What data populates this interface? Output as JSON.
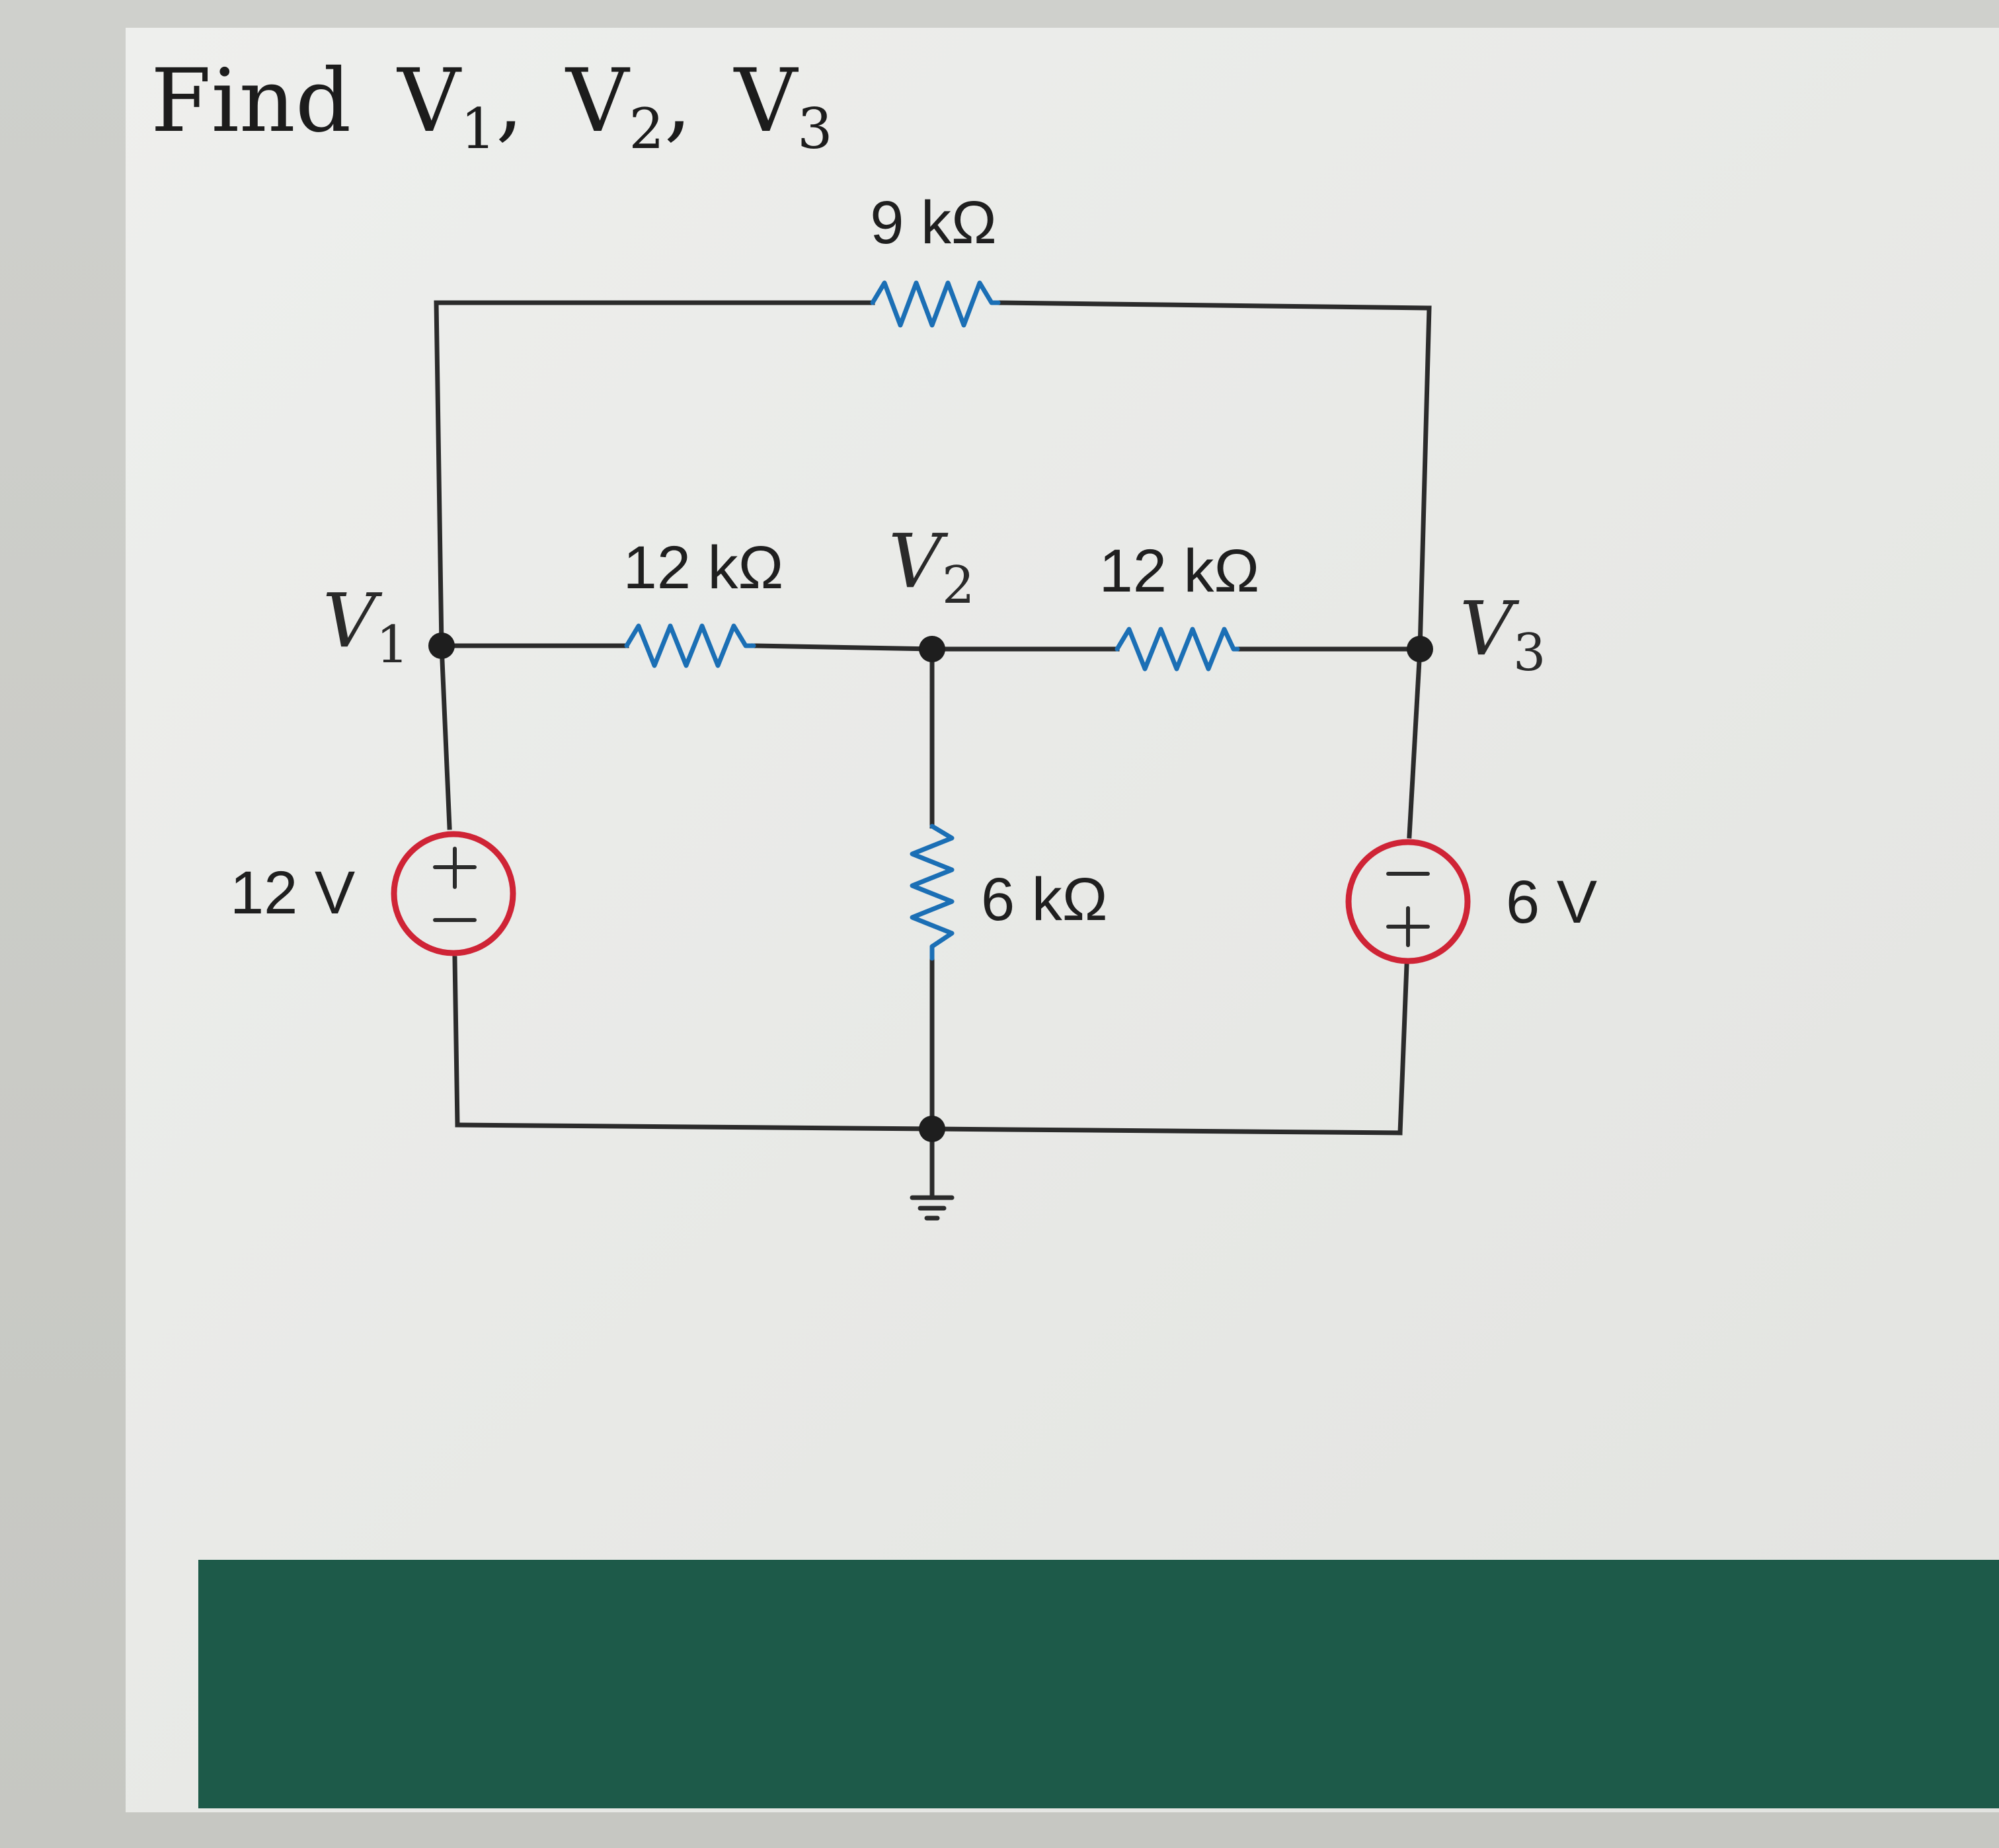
{
  "problem": {
    "title_prefix": "Find",
    "variables": [
      {
        "letter": "V",
        "sub": "1",
        "sep": ","
      },
      {
        "letter": "V",
        "sub": "2",
        "sep": ","
      },
      {
        "letter": "V",
        "sub": "3",
        "sep": ""
      }
    ]
  },
  "circuit": {
    "resistors": {
      "top": "9 kΩ",
      "left": "12 kΩ",
      "right": "12 kΩ",
      "middle": "6 kΩ"
    },
    "nodes": {
      "v1": {
        "letter": "V",
        "sub": "1"
      },
      "v2": {
        "letter": "V",
        "sub": "2"
      },
      "v3": {
        "letter": "V",
        "sub": "3"
      }
    },
    "sources": {
      "left": "12 V",
      "right": "6 V"
    },
    "colors": {
      "wire": "#2b2b2b",
      "resistor": "#1b6fb5",
      "source": "#cf2436",
      "green_bar": "#1d5a49"
    }
  }
}
